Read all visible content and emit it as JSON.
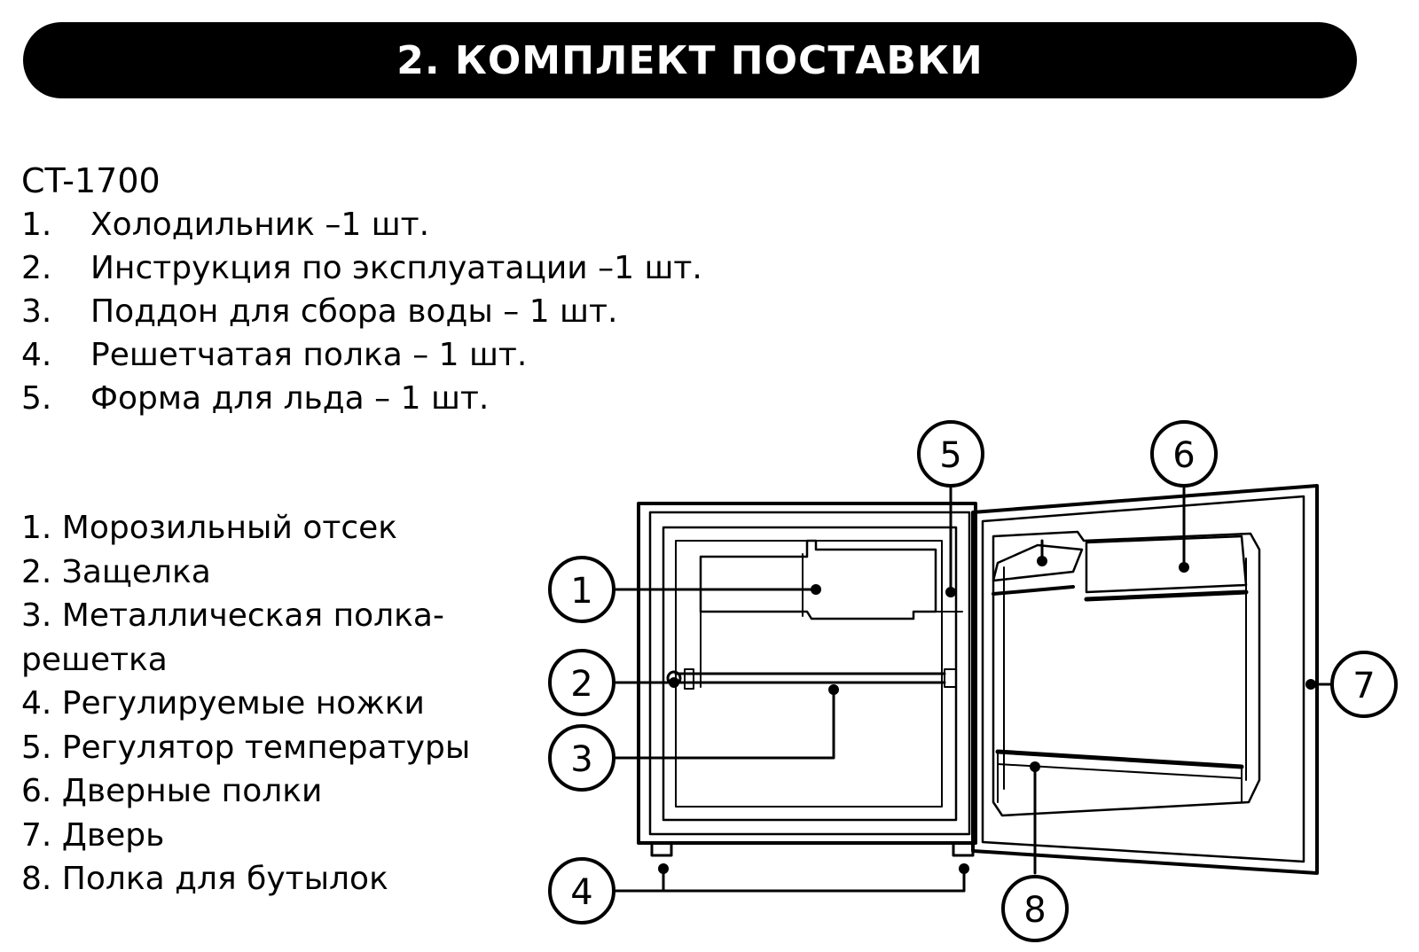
{
  "header": {
    "title": "2. КОМПЛЕКТ ПОСТАВКИ"
  },
  "model": "CT-1700",
  "kit_items": [
    {
      "num": "1.",
      "text": "Холодильник  –1 шт."
    },
    {
      "num": "2.",
      "text": "Инструкция по эксплуатации –1 шт."
    },
    {
      "num": "3.",
      "text": "Поддон для сбора воды – 1 шт."
    },
    {
      "num": "4.",
      "text": "Решетчатая полка – 1 шт."
    },
    {
      "num": "5.",
      "text": "Форма для льда – 1 шт."
    }
  ],
  "parts": [
    "1. Морозильный отсек",
    "2. Защелка",
    "3. Металлическая полка-решетка",
    "4. Регулируемые ножки",
    "5. Регулятор температуры",
    "6. Дверные полки",
    "7. Дверь",
    "8. Полка для бутылок"
  ],
  "callouts": {
    "c1": "1",
    "c2": "2",
    "c3": "3",
    "c4": "4",
    "c5": "5",
    "c6": "6",
    "c7": "7",
    "c8": "8"
  }
}
